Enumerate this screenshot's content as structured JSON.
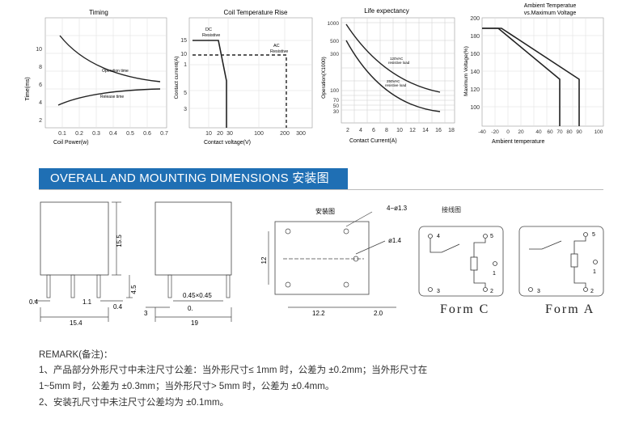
{
  "charts": {
    "timing": {
      "title": "Timing",
      "xlabel": "Coil Power(w)",
      "ylabel": "Time(ms)",
      "xticks": [
        "0.1",
        "0.2",
        "0.3",
        "0.4",
        "0.5",
        "0.6",
        "0.7"
      ],
      "yticks": [
        "2",
        "4",
        "6",
        "8",
        "10"
      ],
      "labels": {
        "operation": "Operation time",
        "release": "Release time"
      }
    },
    "coil_temp": {
      "title": "Coil Temperature Rise",
      "xlabel": "Contact voltage(V)",
      "ylabel": "Contact current(A)",
      "xticks": [
        "10",
        "20",
        "30",
        "100",
        "200",
        "300"
      ],
      "yticks": [
        "15",
        "10",
        "5",
        "3",
        "1"
      ],
      "labels": {
        "dc1": "DC",
        "dc2": "Resistive",
        "ac1": "AC",
        "ac2": "Resistive"
      }
    },
    "life": {
      "title": "Life expectancy",
      "xlabel": "Contact Current(A)",
      "ylabel": "Operation(X1000)",
      "xticks": [
        "2",
        "4",
        "6",
        "8",
        "10",
        "12",
        "14",
        "16",
        "18"
      ],
      "yticks": [
        "1000",
        "500",
        "300",
        "100",
        "70",
        "50",
        "30"
      ],
      "labels": {
        "l1a": "120VAC",
        "l1b": "resistive load",
        "l2a": "250VAC",
        "l2b": "resistive load"
      }
    },
    "ambient": {
      "title1": "Ambient Temperatue",
      "title2": "vs.Maximum Voltage",
      "xlabel": "Ambient temperature",
      "ylabel": "Maximum Voltage(%)",
      "xticks": [
        "-40",
        "-20",
        "0",
        "20",
        "40",
        "60",
        "70",
        "80",
        "90",
        "100"
      ],
      "yticks": [
        "200",
        "180",
        "160",
        "140",
        "120",
        "100"
      ]
    }
  },
  "section_title": "OVERALL AND MOUNTING DIMENSIONS 安装图",
  "dims": {
    "front": {
      "h": "15.5",
      "w": "15.4",
      "pin": "0.4",
      "pin2": "0.4",
      "pitch": "1.1",
      "lead": "4.5"
    },
    "side": {
      "w": "19",
      "p1": "0.45×0.45",
      "p2": "0.",
      "lead": "3"
    },
    "mount": {
      "title": "安装图",
      "hole1": "4−ø1.3",
      "hole2": "ø1.4",
      "h": "12",
      "w1": "12.2",
      "w2": "2.0"
    },
    "wiring": {
      "title": "接线图",
      "c": [
        "4",
        "5",
        "1",
        "3",
        "2"
      ],
      "a": [
        "5",
        "1",
        "3",
        "2"
      ],
      "form_c": "Form  C",
      "form_a": "Form  A"
    }
  },
  "remark": {
    "title": "REMARK(备注)：",
    "line1": "1、产品部分外形尺寸中未注尺寸公差：当外形尺寸≤ 1mm 时，公差为 ±0.2mm；当外形尺寸在",
    "line2": "1~5mm 时，公差为 ±0.3mm；当外形尺寸> 5mm 时，公差为 ±0.4mm。",
    "line3": "2、安装孔尺寸中未注尺寸公差均为 ±0.1mm。"
  }
}
